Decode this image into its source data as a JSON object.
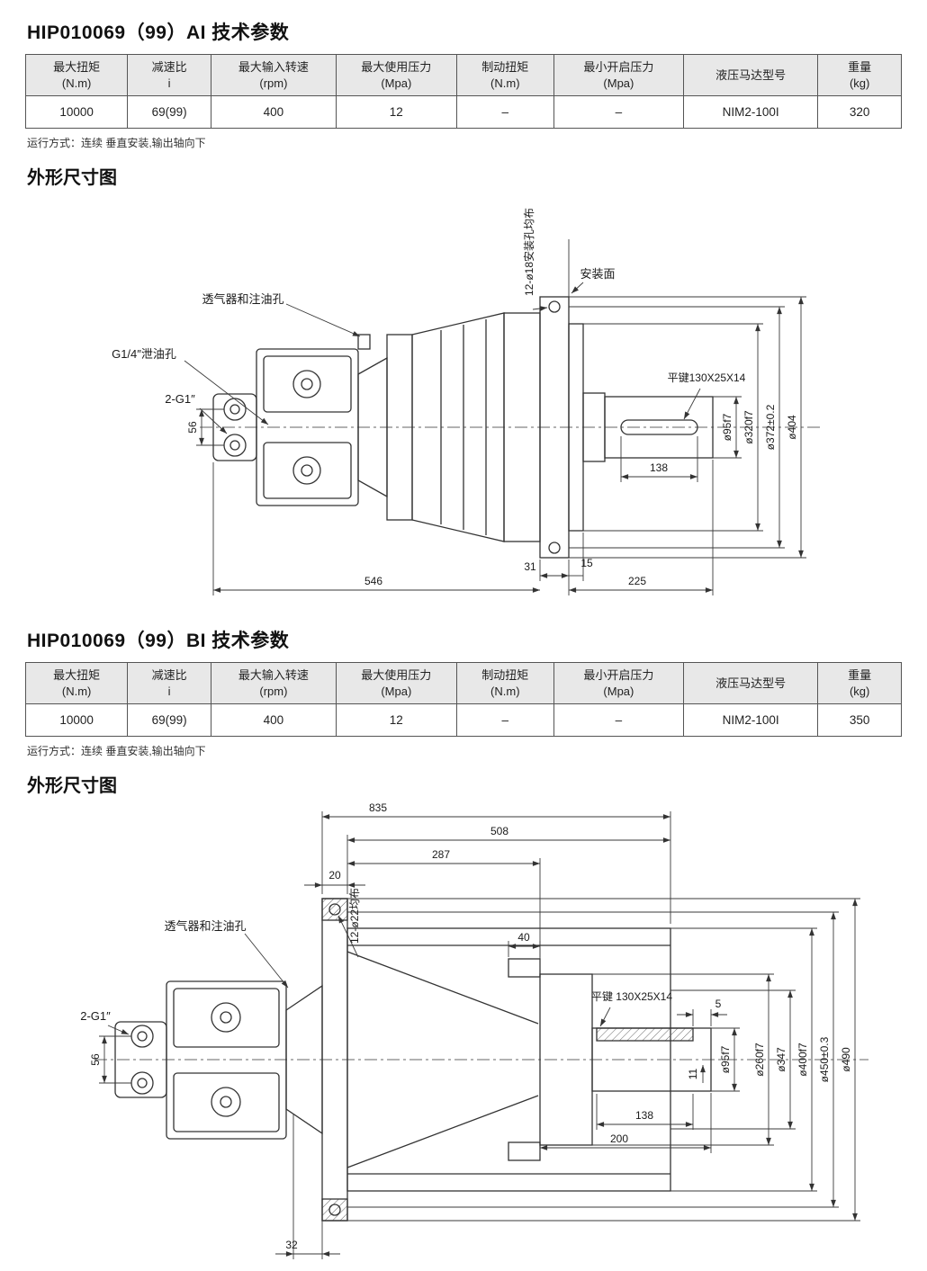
{
  "section_a": {
    "title": "HIP010069（99）AI 技术参数",
    "table": {
      "headers": [
        {
          "l1": "最大扭矩",
          "l2": "(N.m)"
        },
        {
          "l1": "减速比",
          "l2": "i"
        },
        {
          "l1": "最大输入转速",
          "l2": "(rpm)"
        },
        {
          "l1": "最大使用压力",
          "l2": "(Mpa)"
        },
        {
          "l1": "制动扭矩",
          "l2": "(N.m)"
        },
        {
          "l1": "最小开启压力",
          "l2": "(Mpa)"
        },
        {
          "l1": "液压马达型号",
          "l2": ""
        },
        {
          "l1": "重量",
          "l2": "(kg)"
        }
      ],
      "row": [
        "10000",
        "69(99)",
        "400",
        "12",
        "–",
        "–",
        "NIM2-100I",
        "320"
      ]
    },
    "note": "运行方式：连续 垂直安装,输出轴向下",
    "drawing_heading": "外形尺寸图",
    "drawing": {
      "labels": {
        "mount_holes": "12-ø18安装孔均布",
        "mount_face": "安装面",
        "breather": "透气器和注油孔",
        "drain": "G1/4″泄油孔",
        "ports": "2-G1″",
        "dim_56": "56",
        "key": "平键130X25X14",
        "dia_shaft": "ø95f7",
        "dia_pilot": "ø320f7",
        "dia_bolt_circle": "ø372±0.2",
        "dia_flange": "ø404",
        "dim_138": "138",
        "dim_546": "546",
        "dim_31": "31",
        "dim_15": "15",
        "dim_225": "225"
      }
    }
  },
  "section_b": {
    "title": "HIP010069（99）BI 技术参数",
    "table": {
      "headers": [
        {
          "l1": "最大扭矩",
          "l2": "(N.m)"
        },
        {
          "l1": "减速比",
          "l2": "i"
        },
        {
          "l1": "最大输入转速",
          "l2": "(rpm)"
        },
        {
          "l1": "最大使用压力",
          "l2": "(Mpa)"
        },
        {
          "l1": "制动扭矩",
          "l2": "(N.m)"
        },
        {
          "l1": "最小开启压力",
          "l2": "(Mpa)"
        },
        {
          "l1": "液压马达型号",
          "l2": ""
        },
        {
          "l1": "重量",
          "l2": "(kg)"
        }
      ],
      "row": [
        "10000",
        "69(99)",
        "400",
        "12",
        "–",
        "–",
        "NIM2-100I",
        "350"
      ]
    },
    "note": "运行方式：连续 垂直安装,输出轴向下",
    "drawing_heading": "外形尺寸图",
    "drawing": {
      "labels": {
        "breather": "透气器和注油孔",
        "mount_holes": "12-ø22均布",
        "ports": "2-G1″",
        "dim_56": "56",
        "key": "平键 130X25X14",
        "dim_835": "835",
        "dim_508": "508",
        "dim_287": "287",
        "dim_20": "20",
        "dim_40": "40",
        "dim_5": "5",
        "dim_11": "11",
        "dia_shaft": "ø95f7",
        "dia_260": "ø260f7",
        "dia_347": "ø347",
        "dia_400": "ø400f7",
        "dia_450": "ø450±0.3",
        "dia_490": "ø490",
        "dim_138": "138",
        "dim_200": "200",
        "dim_32": "32"
      }
    }
  }
}
